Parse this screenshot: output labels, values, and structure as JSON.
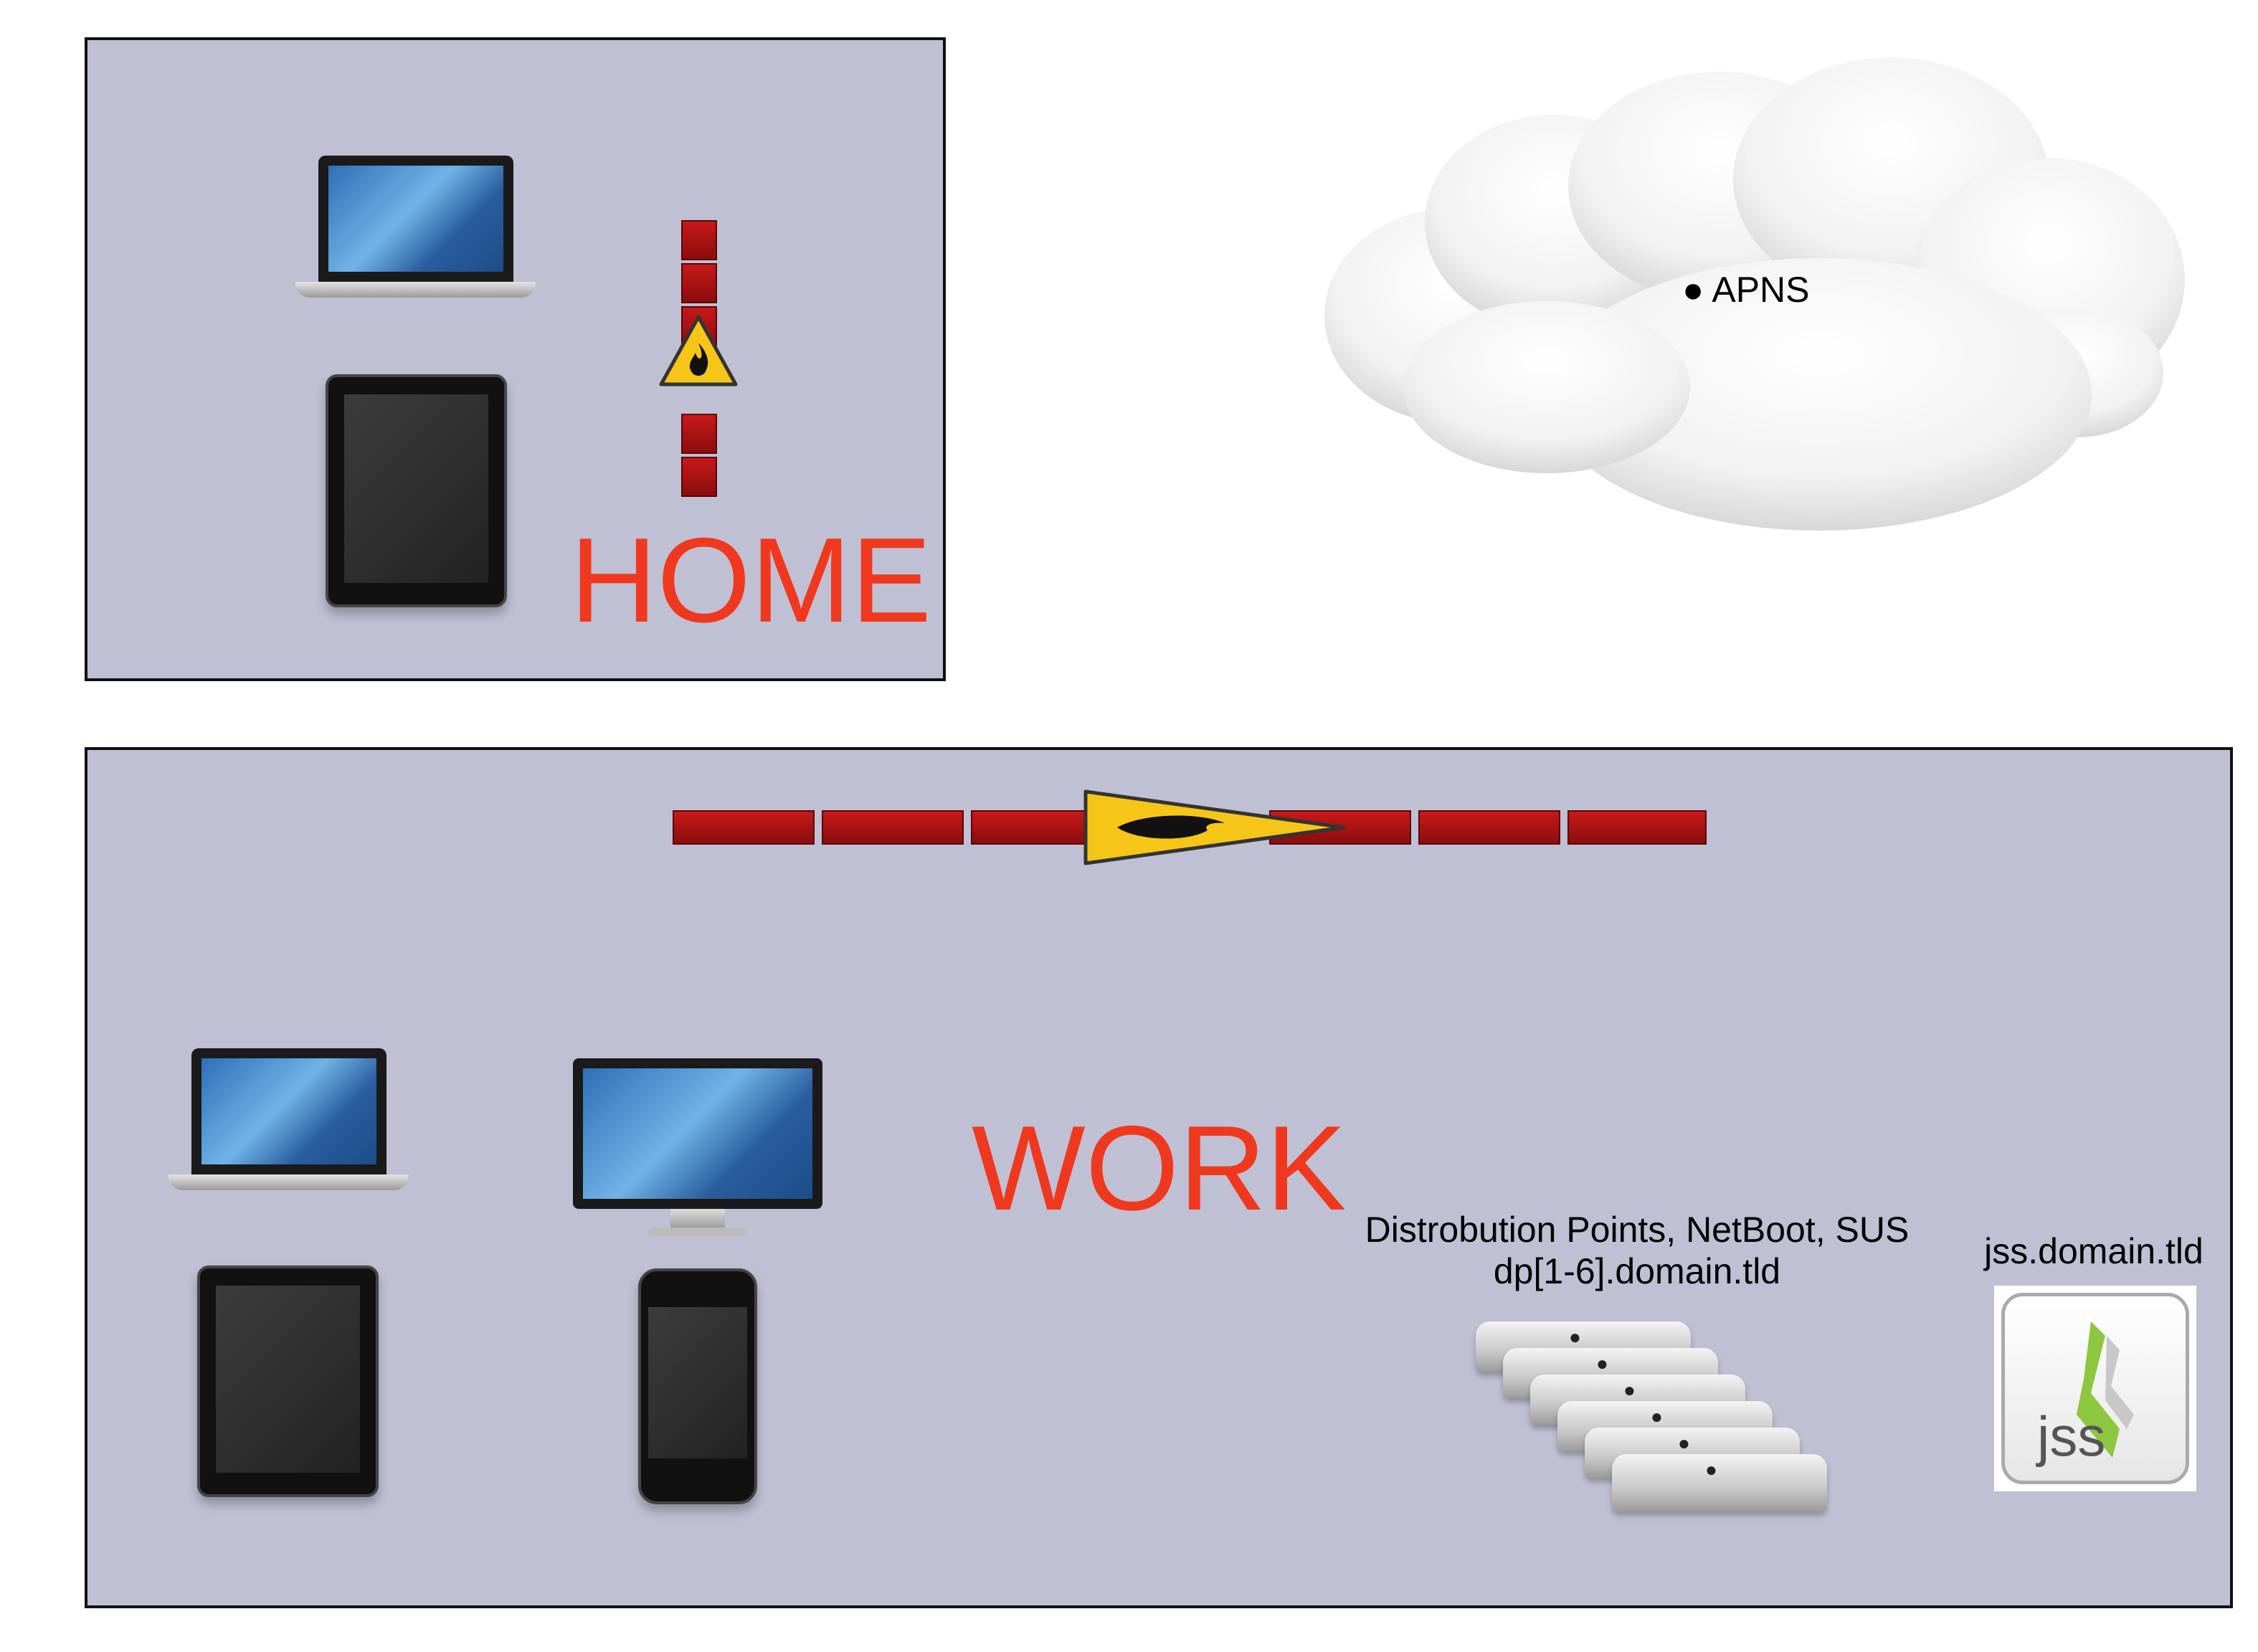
{
  "home": {
    "label": "HOME"
  },
  "work": {
    "label": "WORK"
  },
  "cloud": {
    "label": "APNS",
    "icon": "apple-logo-icon"
  },
  "distribution": {
    "line1": "Distrobution Points, NetBoot, SUS",
    "line2": "dp[1-6].domain.tld"
  },
  "jss": {
    "hostname": "jss.domain.tld",
    "logo_text": "jss"
  },
  "colors": {
    "zone": "#bfc0d3",
    "label": "#f0381e",
    "firewall": "#b11414",
    "warning": "#f5c518",
    "jss_green": "#8dc63f"
  }
}
